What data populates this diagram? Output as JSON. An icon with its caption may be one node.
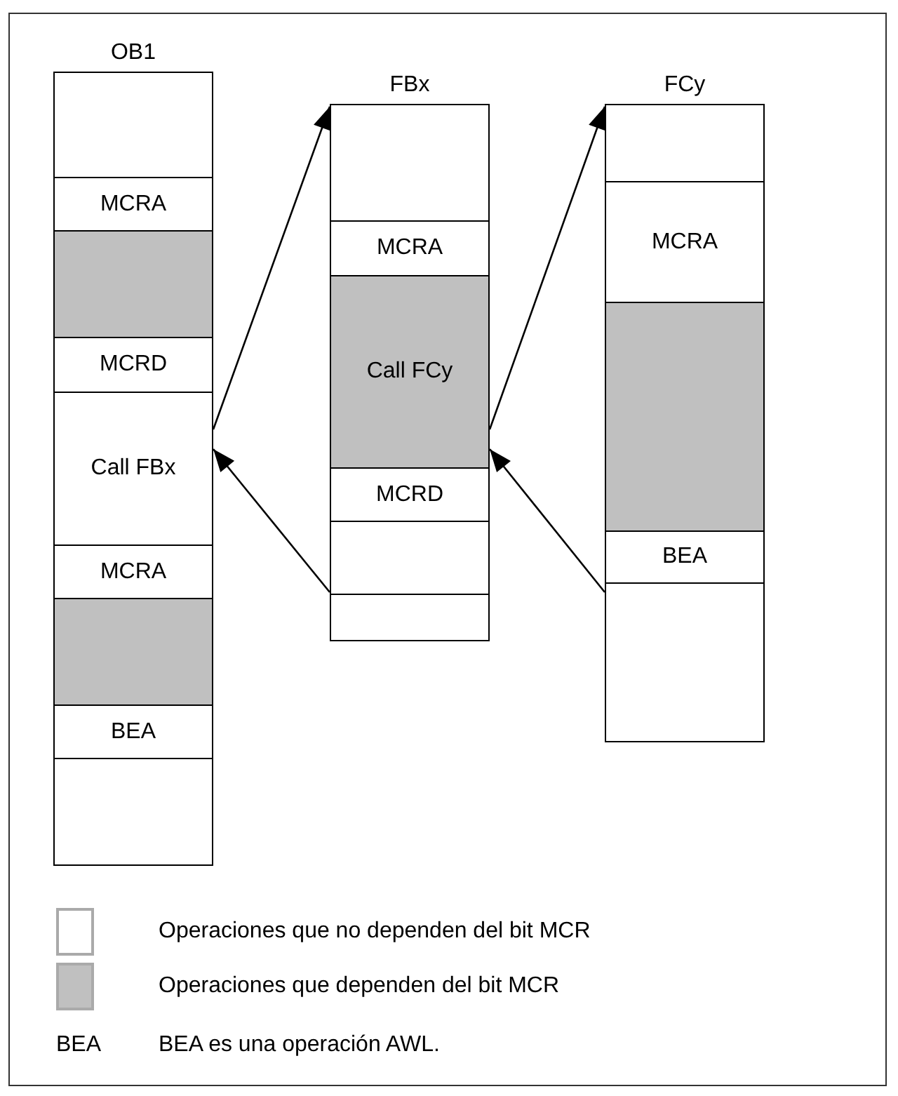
{
  "diagram": {
    "nodes": [
      {
        "text": [
          "OB1"
        ]
      },
      {
        "text": [],
        "shape": "box",
        "in": 0
      },
      {
        "text": [
          "MCRA"
        ],
        "in": 0
      },
      {
        "text": [],
        "shape": "box",
        "in": 0
      },
      {
        "text": [
          "MCRD"
        ],
        "in": 0
      },
      {
        "text": [
          "Call FBx"
        ],
        "in": 0
      },
      {
        "text": [
          "MCRA"
        ],
        "in": 0
      },
      {
        "text": [],
        "shape": "box",
        "in": 0
      },
      {
        "text": [
          "BEA"
        ],
        "in": 0
      },
      {
        "text": [],
        "shape": "box",
        "in": 0
      },
      {
        "text": [
          "FBx"
        ]
      },
      {
        "text": [],
        "shape": "box",
        "in": 10
      },
      {
        "text": [
          "MCRA"
        ],
        "in": 10
      },
      {
        "text": [
          "Call FCy"
        ],
        "in": 10
      },
      {
        "text": [
          "MCRD"
        ],
        "in": 10
      },
      {
        "text": [],
        "shape": "box",
        "in": 10
      },
      {
        "text": [],
        "shape": "box",
        "in": 10
      },
      {
        "text": [
          "FCy"
        ]
      },
      {
        "text": [],
        "shape": "box",
        "in": 17
      },
      {
        "text": [
          "MCRA"
        ],
        "in": 17
      },
      {
        "text": [],
        "shape": "box",
        "in": 17
      },
      {
        "text": [
          "BEA"
        ],
        "in": 17
      },
      {
        "text": [],
        "shape": "box",
        "in": 17
      }
    ],
    "edges": [
      {
        "from": 5,
        "to": 10,
        "arrow": "to"
      },
      {
        "from": 10,
        "to": 5,
        "arrow": "to"
      },
      {
        "from": 13,
        "to": 17,
        "arrow": "to"
      },
      {
        "from": 17,
        "to": 13,
        "arrow": "to"
      }
    ],
    "labels": [
      "BEA"
    ],
    "legend": [
      {
        "text": "Operaciones que no dependen del bit MCR",
        "color": "#ffffff"
      },
      {
        "text": "Operaciones que dependen del bit MCR",
        "color": "#c0c0c0"
      },
      {
        "text": "BEA es una operación AWL."
      }
    ]
  }
}
